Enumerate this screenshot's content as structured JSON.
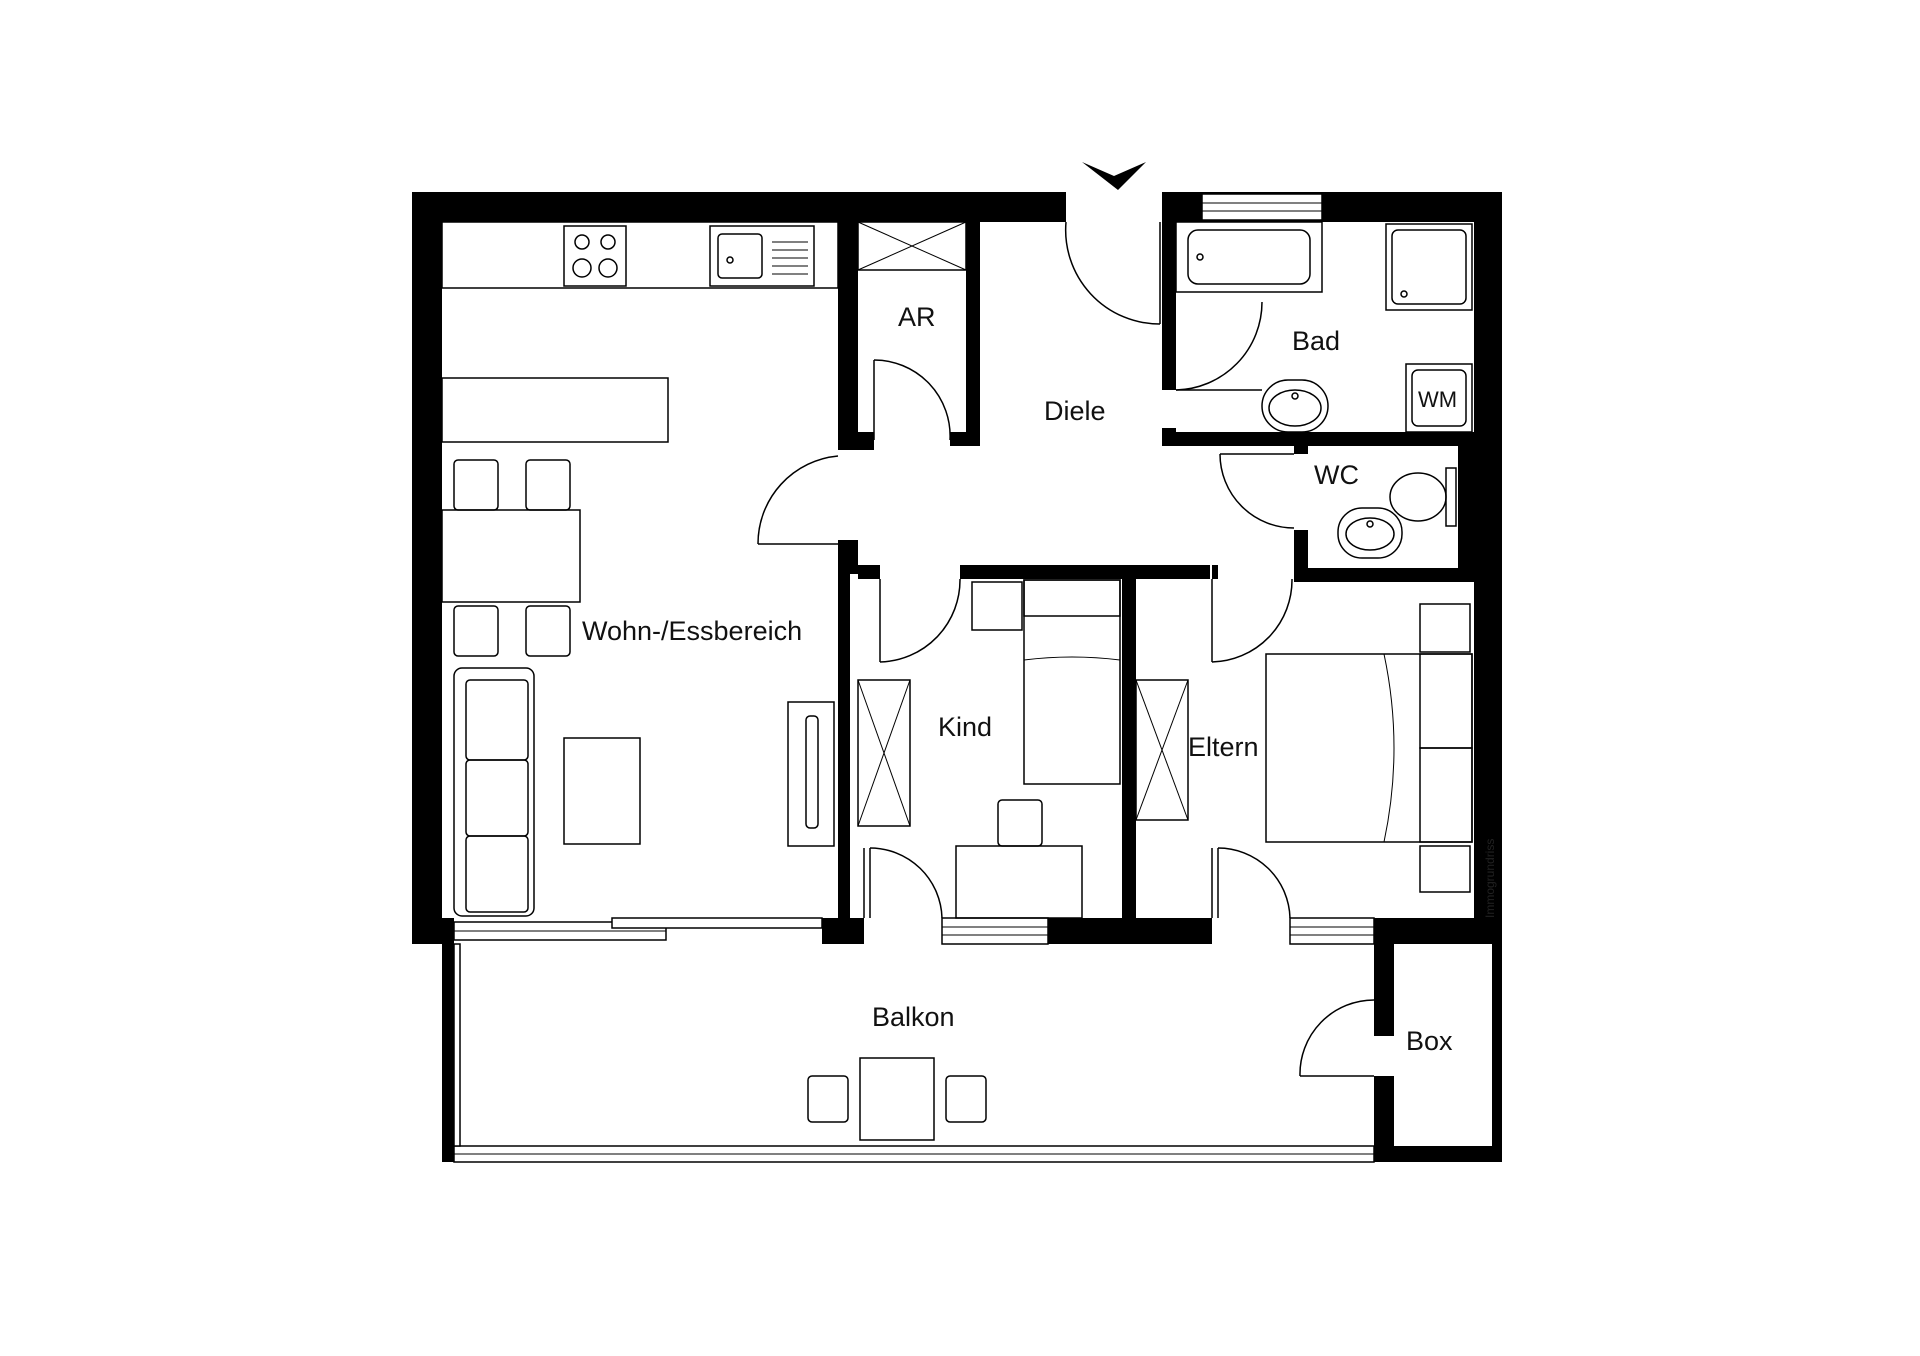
{
  "rooms": {
    "wohn": "Wohn-/Essbereich",
    "ar": "AR",
    "diele": "Diele",
    "bad": "Bad",
    "wm": "WM",
    "wc": "WC",
    "kind": "Kind",
    "eltern": "Eltern",
    "balkon": "Balkon",
    "box": "Box"
  },
  "watermark": "Immogrundriss"
}
